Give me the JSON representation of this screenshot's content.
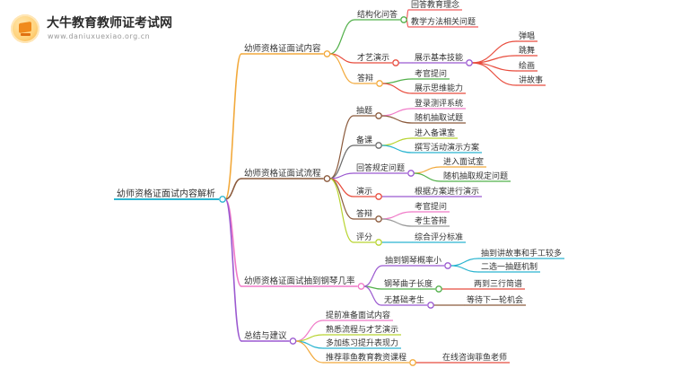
{
  "header": {
    "site_title": "大牛教育教师证考试网",
    "site_url": "www.daniuxuexiao.org.cn"
  },
  "mindmap": {
    "root": "幼师资格证面试内容解析",
    "branches": [
      {
        "label": "幼师资格证面试内容",
        "color": "#f2a93b",
        "children": [
          {
            "label": "结构化问答",
            "color": "#52b04a",
            "children": [
              {
                "label": "回答教育理念",
                "color": "#f05b5b"
              },
              {
                "label": "教学方法相关问题",
                "color": "#f05b5b"
              }
            ]
          },
          {
            "label": "才艺演示",
            "color": "#e84c3d",
            "children": [
              {
                "label": "展示基本技能",
                "color": "#9b59d0",
                "children": [
                  {
                    "label": "弹唱",
                    "color": "#e84c3d"
                  },
                  {
                    "label": "跳舞",
                    "color": "#e84c3d"
                  },
                  {
                    "label": "绘画",
                    "color": "#e84c3d"
                  },
                  {
                    "label": "讲故事",
                    "color": "#e84c3d"
                  }
                ]
              }
            ]
          },
          {
            "label": "答辩",
            "color": "#f2a93b",
            "children": [
              {
                "label": "考官提问",
                "color": "#52b04a"
              },
              {
                "label": "展示思维能力",
                "color": "#e84c3d"
              }
            ]
          }
        ]
      },
      {
        "label": "幼师资格证面试流程",
        "color": "#8b5a3c",
        "children": [
          {
            "label": "抽题",
            "color": "#8b5a3c",
            "children": [
              {
                "label": "登录测评系统",
                "color": "#f07ac8"
              },
              {
                "label": "随机抽取试题",
                "color": "#8b5a3c"
              }
            ]
          },
          {
            "label": "备课",
            "color": "#6b6b6b",
            "children": [
              {
                "label": "进入备课室",
                "color": "#b8d430"
              },
              {
                "label": "撰写活动演示方案",
                "color": "#2bb5d0"
              }
            ]
          },
          {
            "label": "回答规定问题",
            "color": "#9b59d0",
            "children": [
              {
                "label": "进入面试室",
                "color": "#f2a93b"
              },
              {
                "label": "随机抽取规定问题",
                "color": "#52b04a"
              }
            ]
          },
          {
            "label": "演示",
            "color": "#e84c3d",
            "children": [
              {
                "label": "根据方案进行演示",
                "color": "#9b59d0"
              }
            ]
          },
          {
            "label": "答辩",
            "color": "#8b5a3c",
            "children": [
              {
                "label": "考官提问",
                "color": "#f07ac8"
              },
              {
                "label": "考生答辩",
                "color": "#9a9a9a"
              }
            ]
          },
          {
            "label": "评分",
            "color": "#b8d430",
            "children": [
              {
                "label": "综合评分标准",
                "color": "#2bb5d0"
              }
            ]
          }
        ]
      },
      {
        "label": "幼师资格证面试抽到钢琴几率",
        "color": "#f07ac8",
        "children": [
          {
            "label": "抽到钢琴概率小",
            "color": "#9b59d0",
            "children": [
              {
                "label": "抽到讲故事和手工较多",
                "color": "#2bb5d0"
              },
              {
                "label": "二选一抽题机制",
                "color": "#2bb5d0"
              }
            ]
          },
          {
            "label": "钢琴曲子长度",
            "color": "#52b04a",
            "children": [
              {
                "label": "两到三行简谱",
                "color": "#e84c3d"
              }
            ]
          },
          {
            "label": "无基础考生",
            "color": "#9b59d0",
            "children": [
              {
                "label": "等待下一轮机会",
                "color": "#8b5a3c"
              }
            ]
          }
        ]
      },
      {
        "label": "总结与建议",
        "color": "#9b59d0",
        "children": [
          {
            "label": "提前准备面试内容",
            "color": "#f07ac8"
          },
          {
            "label": "熟悉流程与才艺演示",
            "color": "#b8d430"
          },
          {
            "label": "多加练习提升表现力",
            "color": "#2bb5d0"
          },
          {
            "label": "推荐菲鱼教育教资课程",
            "color": "#f2a93b",
            "children": [
              {
                "label": "在线咨询菲鱼老师",
                "color": "#e84c3d"
              }
            ]
          }
        ]
      }
    ]
  }
}
